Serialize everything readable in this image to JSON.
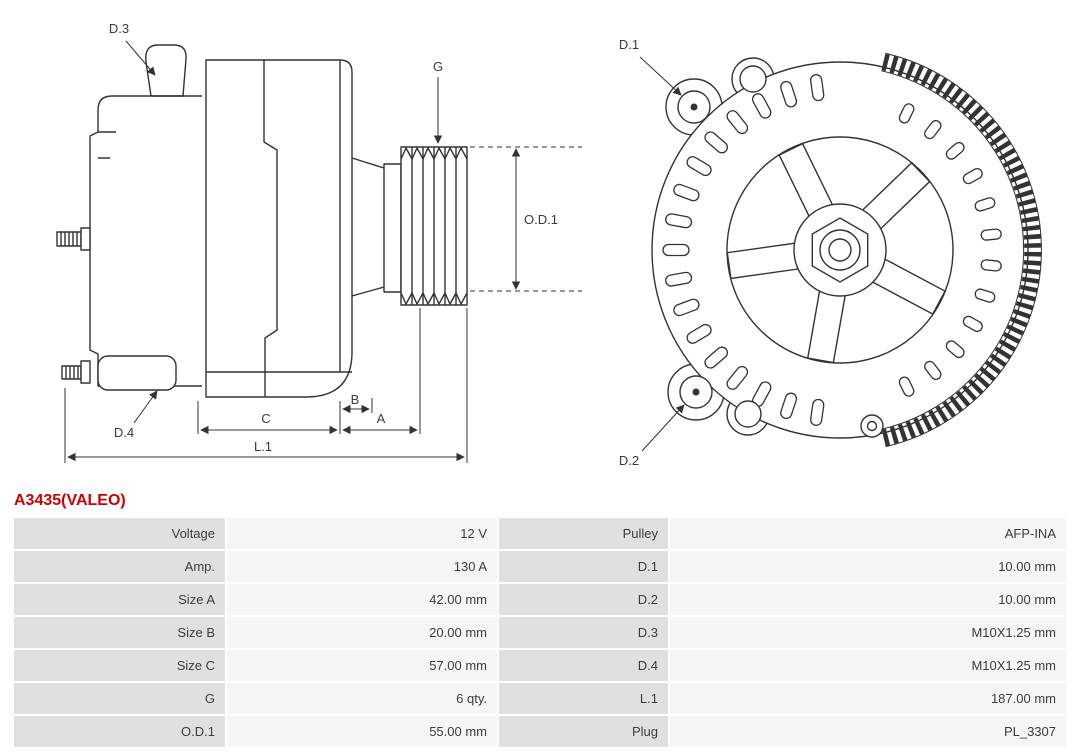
{
  "part_number": "A3435(VALEO)",
  "diagram": {
    "side_labels": {
      "d3": "D.3",
      "d4": "D.4",
      "g": "G",
      "od1": "O.D.1",
      "c": "C",
      "b": "B",
      "a": "A",
      "l1": "L.1"
    },
    "front_labels": {
      "d1": "D.1",
      "d2": "D.2"
    }
  },
  "table": {
    "rows": [
      {
        "l1": "Voltage",
        "v1": "12 V",
        "l2": "Pulley",
        "v2": "AFP-INA"
      },
      {
        "l1": "Amp.",
        "v1": "130 A",
        "l2": "D.1",
        "v2": "10.00 mm"
      },
      {
        "l1": "Size A",
        "v1": "42.00 mm",
        "l2": "D.2",
        "v2": "10.00 mm"
      },
      {
        "l1": "Size B",
        "v1": "20.00 mm",
        "l2": "D.3",
        "v2": "M10X1.25 mm"
      },
      {
        "l1": "Size C",
        "v1": "57.00 mm",
        "l2": "D.4",
        "v2": "M10X1.25 mm"
      },
      {
        "l1": "G",
        "v1": "6 qty.",
        "l2": "L.1",
        "v2": "187.00 mm"
      },
      {
        "l1": "O.D.1",
        "v1": "55.00 mm",
        "l2": "Plug",
        "v2": "PL_3307"
      }
    ]
  },
  "colors": {
    "part_number_red": "#cc0000",
    "line": "#333333",
    "label_cell_bg": "#e0e0e0",
    "value_cell_bg": "#f5f5f5"
  }
}
